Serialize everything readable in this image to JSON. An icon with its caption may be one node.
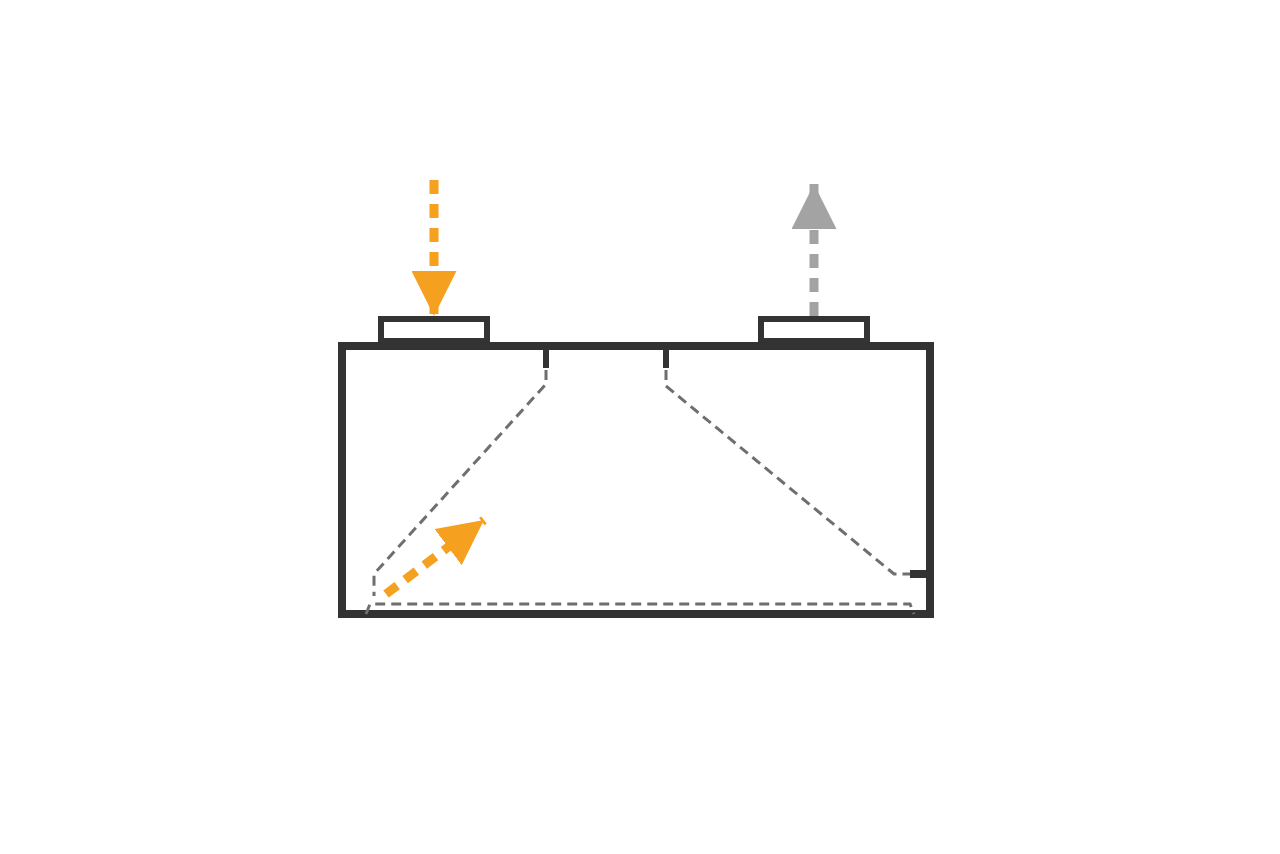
{
  "diagram": {
    "nodes": [
      {
        "text": [],
        "shape": "box"
      },
      {
        "text": [],
        "shape": "box"
      },
      {
        "text": [],
        "shape": "box"
      }
    ],
    "edges": [
      {
        "from": null,
        "to": 1,
        "arrow": "to",
        "style": "dashed",
        "color": "#f5a01e"
      },
      {
        "from": 2,
        "to": null,
        "arrow": "to",
        "style": "dashed",
        "color": "#a3a3a3"
      }
    ]
  }
}
